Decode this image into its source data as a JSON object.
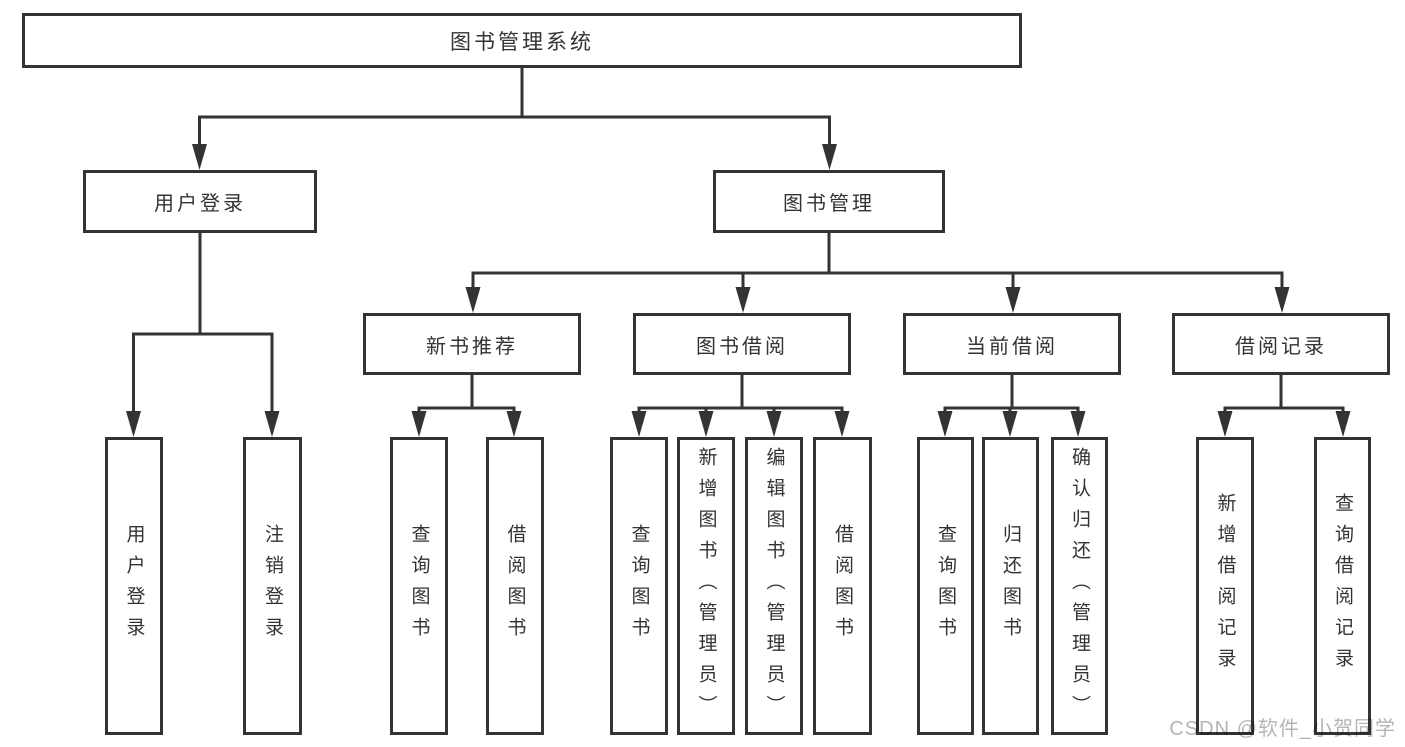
{
  "diagram": {
    "type": "hierarchy-tree",
    "tree": {
      "root": {
        "label": "图书管理系统"
      },
      "branches": [
        {
          "label": "用户登录",
          "children": [
            {
              "label": "用户登录"
            },
            {
              "label": "注销登录"
            }
          ]
        },
        {
          "label": "图书管理",
          "children": [
            {
              "label": "新书推荐",
              "children": [
                {
                  "label": "查询图书"
                },
                {
                  "label": "借阅图书"
                }
              ]
            },
            {
              "label": "图书借阅",
              "children": [
                {
                  "label": "查询图书"
                },
                {
                  "label": "新增图书（管理员）"
                },
                {
                  "label": "编辑图书（管理员）"
                },
                {
                  "label": "借阅图书"
                }
              ]
            },
            {
              "label": "当前借阅",
              "children": [
                {
                  "label": "查询图书"
                },
                {
                  "label": "归还图书"
                },
                {
                  "label": "确认归还（管理员）"
                }
              ]
            },
            {
              "label": "借阅记录",
              "children": [
                {
                  "label": "新增借阅记录"
                },
                {
                  "label": "查询借阅记录"
                }
              ]
            }
          ]
        }
      ]
    },
    "colors": {
      "line": "#333333",
      "box_border": "#333333",
      "box_background": "#ffffff",
      "text": "#333333",
      "watermark_text": "#b5b5b5"
    }
  },
  "watermark": {
    "text": "CSDN @软件_小贺同学"
  }
}
